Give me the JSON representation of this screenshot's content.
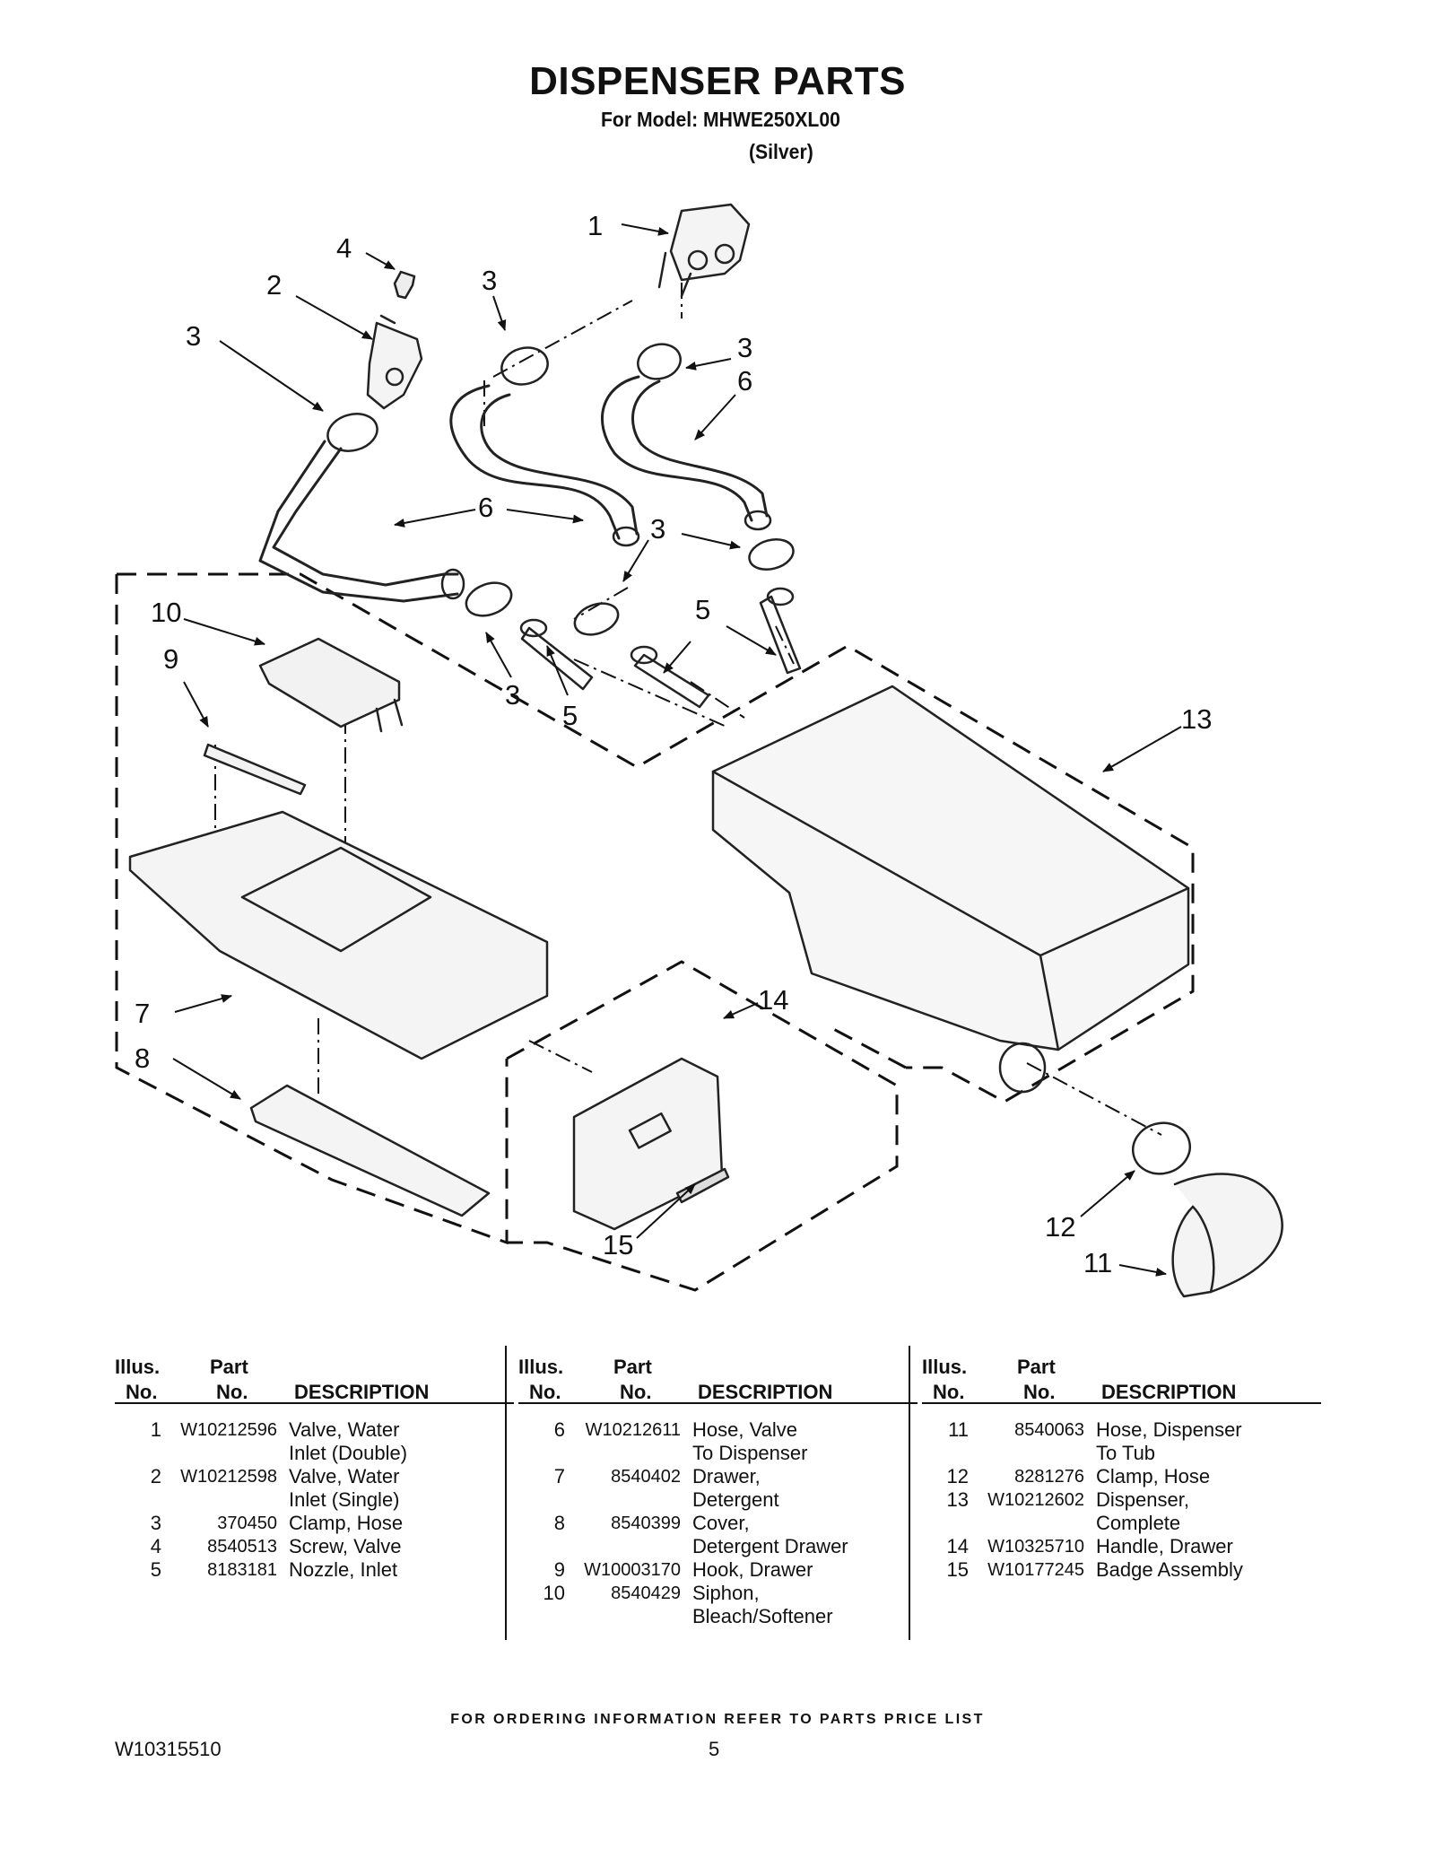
{
  "header": {
    "title": "DISPENSER PARTS",
    "model_line": "For Model: MHWE250XL00",
    "color_line": "(Silver)"
  },
  "table_headers": {
    "illus_line1": "Illus.",
    "illus_line2": "No.",
    "part_line1": "Part",
    "part_line2": "No.",
    "description": "DESCRIPTION"
  },
  "parts": [
    {
      "no": "1",
      "part": "W10212596",
      "desc": [
        "Valve, Water",
        "Inlet (Double)"
      ]
    },
    {
      "no": "2",
      "part": "W10212598",
      "desc": [
        "Valve, Water",
        "Inlet (Single)"
      ]
    },
    {
      "no": "3",
      "part": "370450",
      "desc": [
        "Clamp, Hose"
      ]
    },
    {
      "no": "4",
      "part": "8540513",
      "desc": [
        "Screw, Valve"
      ]
    },
    {
      "no": "5",
      "part": "8183181",
      "desc": [
        "Nozzle, Inlet"
      ]
    },
    {
      "no": "6",
      "part": "W10212611",
      "desc": [
        "Hose, Valve",
        "To Dispenser"
      ]
    },
    {
      "no": "7",
      "part": "8540402",
      "desc": [
        "Drawer,",
        "Detergent"
      ]
    },
    {
      "no": "8",
      "part": "8540399",
      "desc": [
        "Cover,",
        "Detergent Drawer"
      ]
    },
    {
      "no": "9",
      "part": "W10003170",
      "desc": [
        "Hook, Drawer"
      ]
    },
    {
      "no": "10",
      "part": "8540429",
      "desc": [
        "Siphon,",
        "Bleach/Softener"
      ]
    },
    {
      "no": "11",
      "part": "8540063",
      "desc": [
        "Hose, Dispenser",
        "To Tub"
      ]
    },
    {
      "no": "12",
      "part": "8281276",
      "desc": [
        "Clamp, Hose"
      ]
    },
    {
      "no": "13",
      "part": "W10212602",
      "desc": [
        "Dispenser,",
        "Complete"
      ]
    },
    {
      "no": "14",
      "part": "W10325710",
      "desc": [
        "Handle, Drawer"
      ]
    },
    {
      "no": "15",
      "part": "W10177245",
      "desc": [
        "Badge Assembly"
      ]
    }
  ],
  "footer": {
    "ordering_note": "FOR ORDERING INFORMATION REFER TO PARTS PRICE LIST",
    "doc_number": "W10315510",
    "page_number": "5"
  }
}
